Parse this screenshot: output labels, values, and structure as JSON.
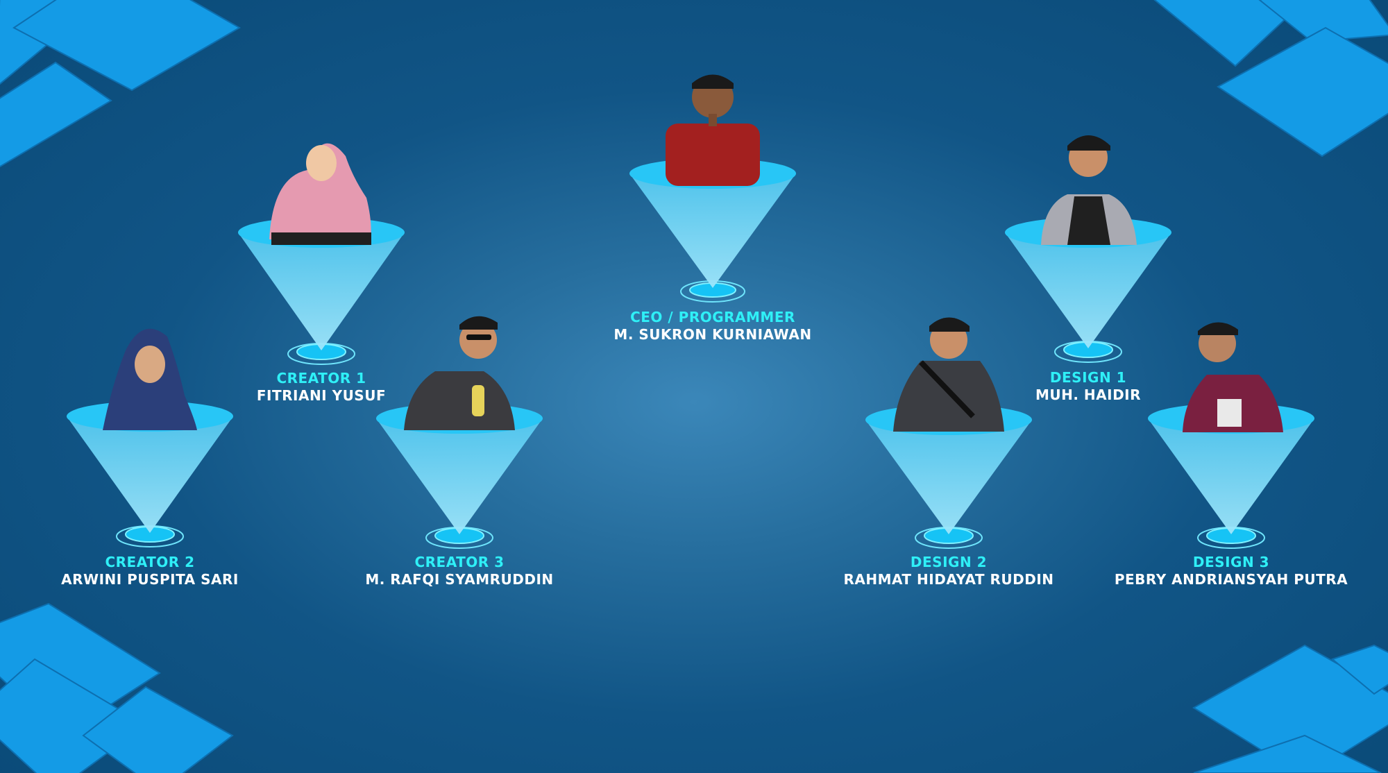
{
  "colors": {
    "accent_cyan": "#2ff0f7",
    "name_white": "#ffffff",
    "shape_blue": "#149be6",
    "background": "#0a4a78"
  },
  "members": {
    "ceo": {
      "role": "CEO / PROGRAMMER",
      "name": "M. SUKRON KURNIAWAN"
    },
    "creator1": {
      "role": "CREATOR 1",
      "name": "FITRIANI YUSUF"
    },
    "creator2": {
      "role": "CREATOR 2",
      "name": "ARWINI PUSPITA SARI"
    },
    "creator3": {
      "role": "CREATOR 3",
      "name": "M. RAFQI SYAMRUDDIN"
    },
    "design1": {
      "role": "DESIGN 1",
      "name": "MUH. HAIDIR"
    },
    "design2": {
      "role": "DESIGN 2",
      "name": "RAHMAT HIDAYAT RUDDIN"
    },
    "design3": {
      "role": "DESIGN 3",
      "name": "PEBRY ANDRIANSYAH PUTRA"
    }
  }
}
